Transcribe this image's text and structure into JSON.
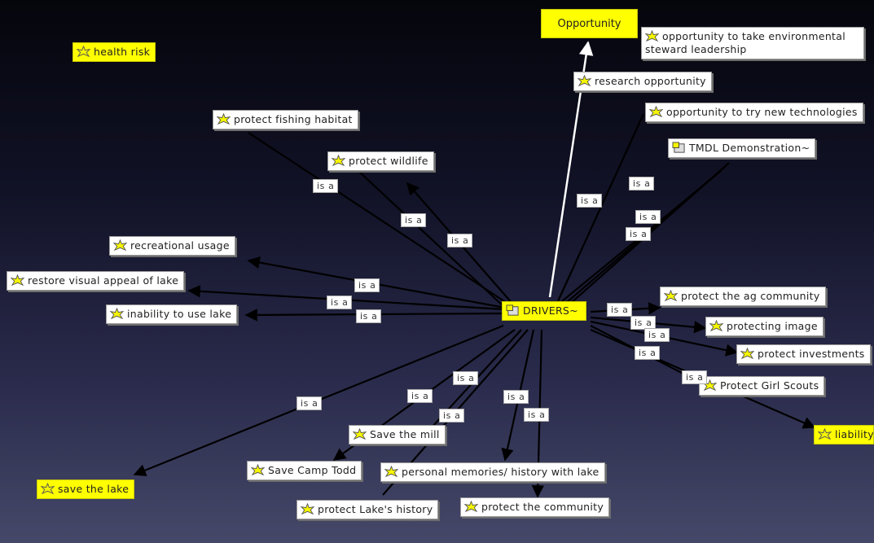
{
  "colors": {
    "node_highlight": "#ffff00",
    "node_plain": "#ffffff",
    "edge_dark": "#000000",
    "edge_light": "#ffffff"
  },
  "center": {
    "label": "DRIVERS~",
    "icon": "concept-map-icon"
  },
  "opportunity": {
    "label": "Opportunity"
  },
  "relation_label": "is a",
  "nodes": {
    "health_risk": "health risk",
    "opportunity_env_steward": "opportunity to take environmental steward leadership",
    "research_opportunity": "research opportunity",
    "opportunity_new_tech": "opportunity to try new technologies",
    "tmdl_demo": "TMDL Demonstration~",
    "protect_fishing": "protect fishing habitat",
    "protect_wildlife": "protect wildlife",
    "recreational_usage": "recreational usage",
    "restore_visual": "restore visual appeal of lake",
    "inability_use_lake": "inability to use lake",
    "protect_ag": "protect the ag community",
    "protecting_image": "protecting image",
    "protect_investments": "protect investments",
    "protect_girl_scouts": "Protect Girl Scouts",
    "liability": "liability",
    "save_mill": "Save the mill",
    "save_camp_todd": "Save Camp Todd",
    "personal_memories": "personal memories/ history with lake",
    "protect_lake_history": "protect Lake's history",
    "protect_community": "protect the community",
    "save_lake": "save the lake"
  }
}
